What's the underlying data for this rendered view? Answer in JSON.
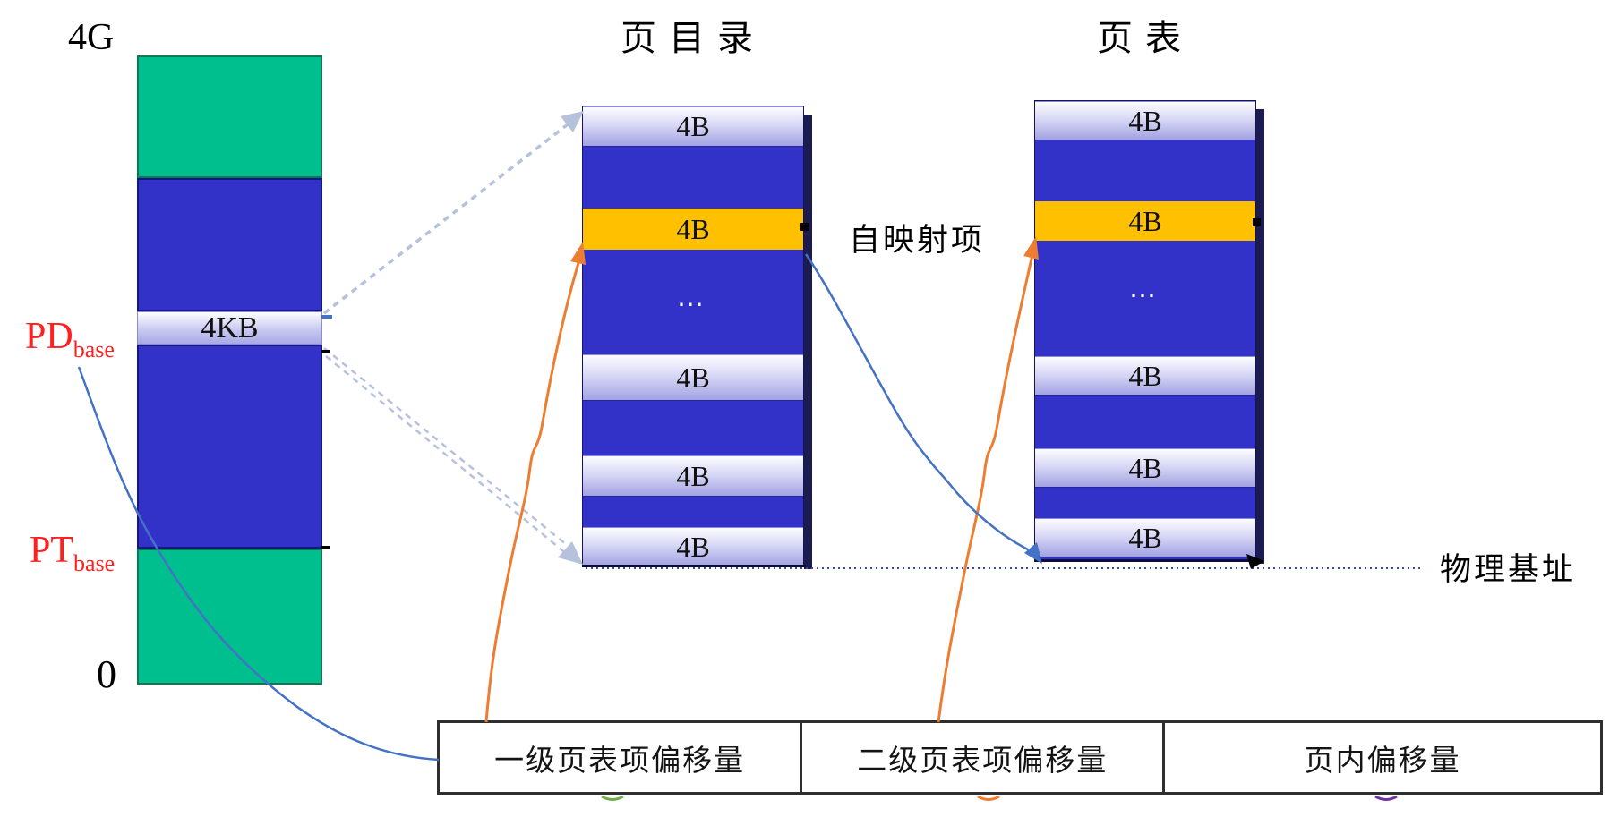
{
  "memory_bar": {
    "top_label": "4G",
    "bottom_label": "0",
    "band_label": "4KB",
    "pd_base": {
      "main": "PD",
      "sub": "base"
    },
    "pt_base": {
      "main": "PT",
      "sub": "base"
    }
  },
  "page_directory": {
    "title": "页目录",
    "rows": [
      {
        "type": "light",
        "label": "4B"
      },
      {
        "type": "blue",
        "label": ""
      },
      {
        "type": "orange",
        "label": "4B"
      },
      {
        "type": "blue",
        "label": "⋯"
      },
      {
        "type": "light",
        "label": "4B"
      },
      {
        "type": "blue",
        "label": ""
      },
      {
        "type": "light",
        "label": "4B"
      },
      {
        "type": "blue",
        "label": ""
      },
      {
        "type": "light",
        "label": "4B"
      }
    ]
  },
  "page_table": {
    "title": "页表",
    "rows": [
      {
        "type": "light",
        "label": "4B"
      },
      {
        "type": "blue",
        "label": ""
      },
      {
        "type": "orange",
        "label": "4B"
      },
      {
        "type": "blue",
        "label": "⋯"
      },
      {
        "type": "light",
        "label": "4B"
      },
      {
        "type": "blue",
        "label": ""
      },
      {
        "type": "light",
        "label": "4B"
      },
      {
        "type": "blue",
        "label": ""
      },
      {
        "type": "light",
        "label": "4B"
      }
    ]
  },
  "annotations": {
    "self_map_entry": "自映射项",
    "physical_base": "物理基址"
  },
  "address_table": {
    "cells": [
      "一级页表项偏移量",
      "二级页表项偏移量",
      "页内偏移量"
    ]
  },
  "colors": {
    "green_section": "#00BF8F",
    "blue_section": "#3232C8",
    "orange_entry": "#FFC000",
    "light_entry": "#A2A2E2",
    "dashed_arrow": "#B6C2DC",
    "orange_arrow": "#ED7D31",
    "blue_arrow": "#4472C4",
    "dotted_line": "#3050A0",
    "red_label": "#FF1F1F",
    "tick_green": "#70AD47",
    "tick_orange": "#ED7D31",
    "tick_purple": "#7030A0"
  }
}
